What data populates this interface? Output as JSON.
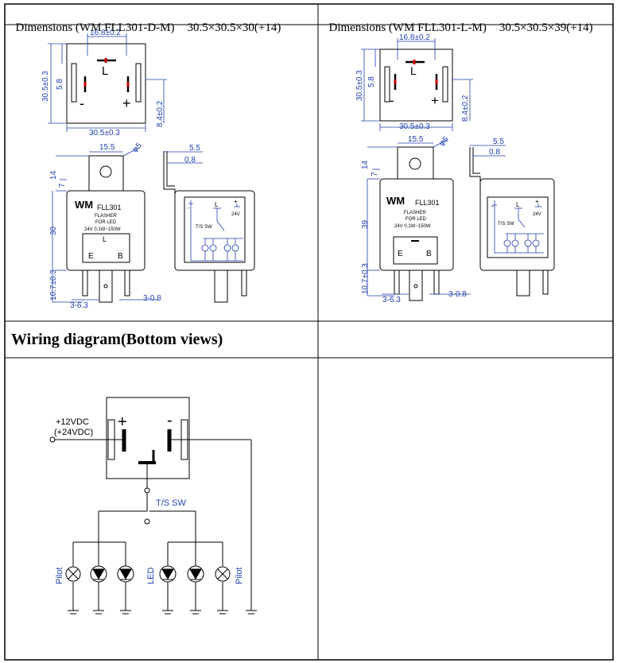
{
  "cells": {
    "left_title": {
      "label": "Dimensions (WM FLL301-D-M)",
      "size": "30.5×30.5×30(+14)"
    },
    "right_title": {
      "label": "Dimensions (WM FLL301-L-M)",
      "size": "30.5×30.5×39(+14)"
    }
  },
  "wiring": {
    "title": "Wiring diagram(Bottom views)",
    "supply_label_1": "+12VDC",
    "supply_label_2": "(+24VDC)",
    "plus": "+",
    "minus": "-",
    "switch_label": "T/S SW",
    "pilot_left": "Pilot",
    "pilot_right": "Pilot",
    "led_label": "LED"
  },
  "drawing_d": {
    "top_width": "16.8±0.2",
    "side_height": "30.5±0.3",
    "inner_offset": "5.8",
    "bottom_width": "30.5±0.3",
    "right_height": "8.4±0.2",
    "pin_l": "L",
    "pin_minus": "-",
    "pin_plus": "+",
    "tab_width": "15.5",
    "hole_dia": "φ5",
    "tab_height": "14",
    "tab_offset": "7",
    "body_height": "30",
    "pin_length": "10.7±0.3",
    "pin_spacing": "3-6.3",
    "pin_thick": "3-0.8",
    "bracket_w": "5.5",
    "bracket_t": "0.8",
    "brand": "WM",
    "model": "FLL301",
    "line1": "FLASHER",
    "line2": "FOR LED",
    "rating": "24V  0.1W~150W",
    "face_l": "L",
    "face_e": "E",
    "face_b": "B",
    "schem_24v": "24V",
    "schem_sw": "T/S SW"
  },
  "drawing_l": {
    "top_width": "16.8±0.2",
    "side_height": "30.5±0.3",
    "inner_offset": "5.8",
    "bottom_width": "30.5±0.3",
    "right_height": "8.4±0.2",
    "pin_l": "L",
    "pin_minus": "-",
    "pin_plus": "+",
    "tab_width": "15.5",
    "hole_dia": "φ5",
    "tab_height": "14",
    "tab_offset": "7",
    "body_height": "39",
    "pin_length": "10.7±0.3",
    "pin_spacing": "3-6.3",
    "pin_thick": "3-0.8",
    "bracket_w": "5.5",
    "bracket_t": "0.8",
    "brand": "WM",
    "model": "FLL301",
    "line1": "FLASHER",
    "line2": "FOR LED",
    "rating": "24V  0.1W~150W",
    "face_e": "E",
    "face_b": "B",
    "schem_24v": "24V",
    "schem_sw": "T/S SW"
  }
}
